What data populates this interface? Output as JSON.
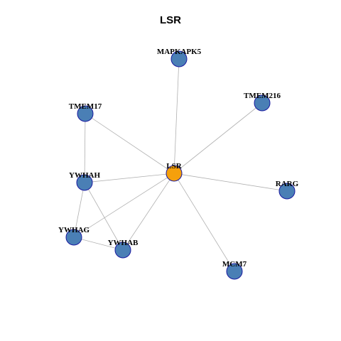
{
  "title": "LSR",
  "colors": {
    "center_node": "#f5a00c",
    "neighbor_node": "#4a7fb5",
    "node_stroke": "#1a1aa0",
    "edge": "#b0b0b0"
  },
  "nodes": [
    {
      "id": "LSR",
      "label": "LSR",
      "role": "center"
    },
    {
      "id": "MAPKAPK5",
      "label": "MAPKAPK5",
      "role": "neighbor"
    },
    {
      "id": "TMEM216",
      "label": "TMEM216",
      "role": "neighbor"
    },
    {
      "id": "TMEM17",
      "label": "TMEM17",
      "role": "neighbor"
    },
    {
      "id": "YWHAH",
      "label": "YWHAH",
      "role": "neighbor"
    },
    {
      "id": "RARG",
      "label": "RARG",
      "role": "neighbor"
    },
    {
      "id": "YWHAG",
      "label": "YWHAG",
      "role": "neighbor"
    },
    {
      "id": "YWHAB",
      "label": "YWHAB",
      "role": "neighbor"
    },
    {
      "id": "MCM7",
      "label": "MCM7",
      "role": "neighbor"
    }
  ],
  "edges": [
    [
      "LSR",
      "MAPKAPK5"
    ],
    [
      "LSR",
      "TMEM216"
    ],
    [
      "LSR",
      "TMEM17"
    ],
    [
      "LSR",
      "YWHAH"
    ],
    [
      "LSR",
      "RARG"
    ],
    [
      "LSR",
      "YWHAG"
    ],
    [
      "LSR",
      "YWHAB"
    ],
    [
      "LSR",
      "MCM7"
    ],
    [
      "TMEM17",
      "YWHAH"
    ],
    [
      "YWHAH",
      "YWHAG"
    ],
    [
      "YWHAH",
      "YWHAB"
    ],
    [
      "YWHAG",
      "YWHAB"
    ]
  ]
}
